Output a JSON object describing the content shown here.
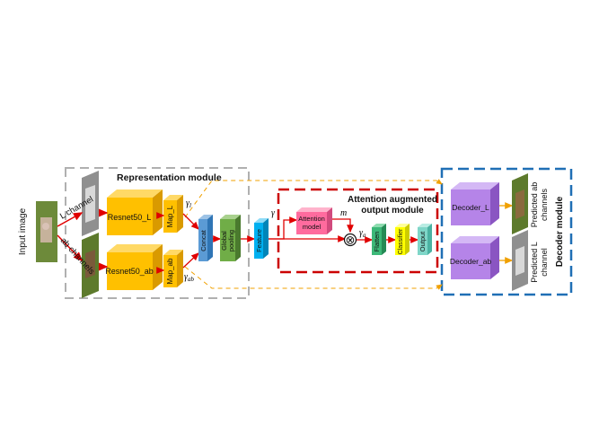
{
  "labels": {
    "input_image": "Input image",
    "l_channel": "L channel",
    "ab_channels": "ab channels",
    "representation_module": "Representation module",
    "resnet_l": "Resnet50_L",
    "resnet_ab": "Resnet50_ab",
    "map_l": "Map_L",
    "map_ab": "Map_ab",
    "concat": "Concat",
    "global_pooling_1": "Global",
    "global_pooling_2": "pooling",
    "feature": "Feature",
    "attention_title_1": "Attention augmented",
    "attention_title_2": "output module",
    "attention_model_1": "Attention",
    "attention_model_2": "model",
    "flatten": "Flatten",
    "classifier": "Classifier",
    "output": "Output",
    "decoder_l": "Decoder_L",
    "decoder_ab": "Decoder_ab",
    "predicted_ab_1": "Predicted ab",
    "predicted_ab_2": "channels",
    "predicted_l_1": "Predicted L",
    "predicted_l_2": "channel",
    "decoder_module": "Decoder module"
  },
  "symbols": {
    "gamma_l_base": "γ",
    "gamma_l_sub": "l",
    "gamma_ab_base": "γ",
    "gamma_ab_sub": "ab",
    "gamma": "γ",
    "m": "m",
    "gamma_a_base": "γ",
    "gamma_a_sub": "a",
    "otimes": "⊗"
  },
  "colors": {
    "resnet": "#ffc000",
    "concat": "#5b9bd5",
    "pooling": "#70ad47",
    "feature": "#00b0f0",
    "attention": "#ff6b9e",
    "flatten": "#3cb878",
    "classifier": "#ffff00",
    "output": "#7fd6c8",
    "decoder": "#b584e8",
    "arrow_red": "#e00000",
    "arrow_orange": "#f0a000",
    "repr_border": "#b0b0b0",
    "attn_border": "#cc0000",
    "dec_border": "#1f6fb5"
  }
}
